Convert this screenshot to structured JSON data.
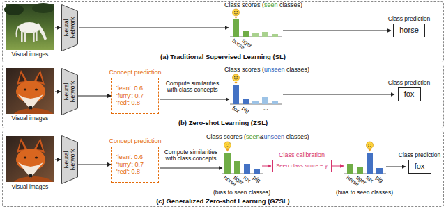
{
  "diagram": {
    "nodes": [
      {
        "text": [
          "(a) Traditional Supervised Learning (SL)"
        ]
      },
      {
        "text": [
          "Neural Network"
        ],
        "in": 0
      },
      {
        "text": [
          "Class prediction",
          "horse"
        ],
        "in": 0
      },
      {
        "text": [
          "(b) Zero-shot Learning (ZSL)"
        ]
      },
      {
        "text": [
          "Neural Network"
        ],
        "in": 3
      },
      {
        "text": [
          "Concept prediction",
          "'lean': 0.6",
          "'furry': 0.7",
          "'red': 0.8"
        ],
        "in": 3
      },
      {
        "text": [
          "Class prediction",
          "fox"
        ],
        "in": 3
      },
      {
        "text": [
          "(c) Generalized Zero-shot Learning (GZSL)"
        ]
      },
      {
        "text": [
          "Neural Network"
        ],
        "in": 7
      },
      {
        "text": [
          "Concept prediction",
          "'lean': 0.6",
          "'furry': 0.7",
          "'red': 0.8"
        ],
        "in": 7
      },
      {
        "text": [
          "Seen class score − γ"
        ],
        "in": 7
      },
      {
        "text": [
          "Class prediction",
          "fox"
        ],
        "in": 7
      }
    ],
    "edges": [
      {
        "from": 4,
        "to": 5,
        "arrow": "to"
      },
      {
        "from": 8,
        "to": 9,
        "arrow": "to"
      }
    ],
    "labels": [
      "Visual images",
      "Class scores (",
      "seen",
      "classes)",
      "horse",
      "tiger",
      "...",
      "Visual images",
      "Class scores (",
      "unseen",
      "classes)",
      "fox",
      "pig",
      "...",
      "Compute similarities with class concepts",
      "Visual images",
      "Compute similarities with class concepts",
      "Class scores (",
      "seen",
      "&",
      "unseen",
      "classes)",
      "horse",
      "tiger",
      "fox",
      "pig",
      "(bias to seen classes)",
      "Class calibration",
      "horse",
      "tiger",
      "fox",
      "pig",
      "(bias to seen classes)"
    ]
  }
}
